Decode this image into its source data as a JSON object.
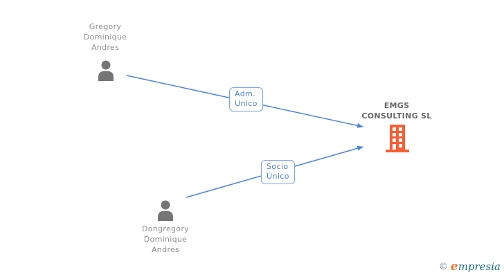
{
  "diagram": {
    "nodes": {
      "person1": {
        "name": "Gregory Dominique Andres",
        "icon": "person-icon"
      },
      "person2": {
        "name": "Dongregory Dominique Andres",
        "icon": "person-icon"
      },
      "company": {
        "name": "EMGS CONSULTING SL",
        "icon": "building-icon"
      }
    },
    "edges": [
      {
        "from": "person1",
        "to": "company",
        "label": "Adm. Unico"
      },
      {
        "from": "person2",
        "to": "company",
        "label": "Socio Único"
      }
    ]
  },
  "watermark": {
    "copyright": "©",
    "brand_first_letter": "e",
    "brand_rest": "mpresia"
  },
  "colors": {
    "edge_blue": "#4a82e2",
    "label_border_blue": "#7aa3ef",
    "label_text_blue": "#4a7fd8",
    "person_gray": "#757575",
    "person_text_gray": "#8f8f8f",
    "company_text_gray": "#666666",
    "building_orange": "#f95d32",
    "brand_orange": "#e8742c",
    "brand_teal": "#1c6e7d",
    "background": "#ffffff"
  }
}
